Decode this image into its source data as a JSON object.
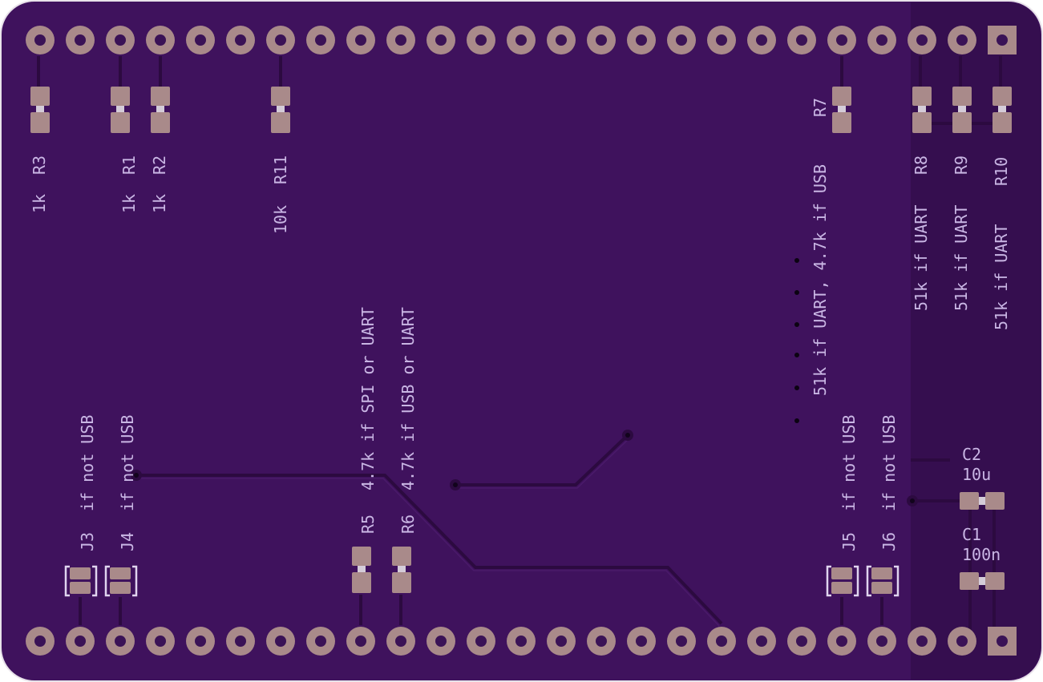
{
  "board": {
    "colors": {
      "board": "#3f125d",
      "board_dark": "#350e4f",
      "edge": "#e8e2ea",
      "trace": "#2c0a40",
      "pad": "#a98a8a",
      "hole": "#3a1256",
      "silk": "#c9b6e4"
    },
    "labels": {
      "r3": "R3",
      "r3_val": "1k",
      "r1": "R1",
      "r1_val": "1k",
      "r2": "R2",
      "r2_val": "1k",
      "r11": "R11",
      "r11_val": "10k",
      "r7": "R7",
      "r7_val": "51k if UART, 4.7k if USB",
      "r8": "R8",
      "r8_val": "51k if UART",
      "r9": "R9",
      "r9_val": "51k if UART",
      "r10": "R10",
      "r10_val": "51k if UART",
      "r5": "R5",
      "r5_val": "4.7k if SPI or UART",
      "r6": "R6",
      "r6_val": "4.7k if USB or UART",
      "j3": "J3",
      "j3_val": "if not USB",
      "j4": "J4",
      "j4_val": "if not USB",
      "j5": "J5",
      "j5_val": "if not USB",
      "j6": "J6",
      "j6_val": "if not USB",
      "c2": "C2",
      "c2_val": "10u",
      "c1": "C1",
      "c1_val": "100n"
    }
  }
}
